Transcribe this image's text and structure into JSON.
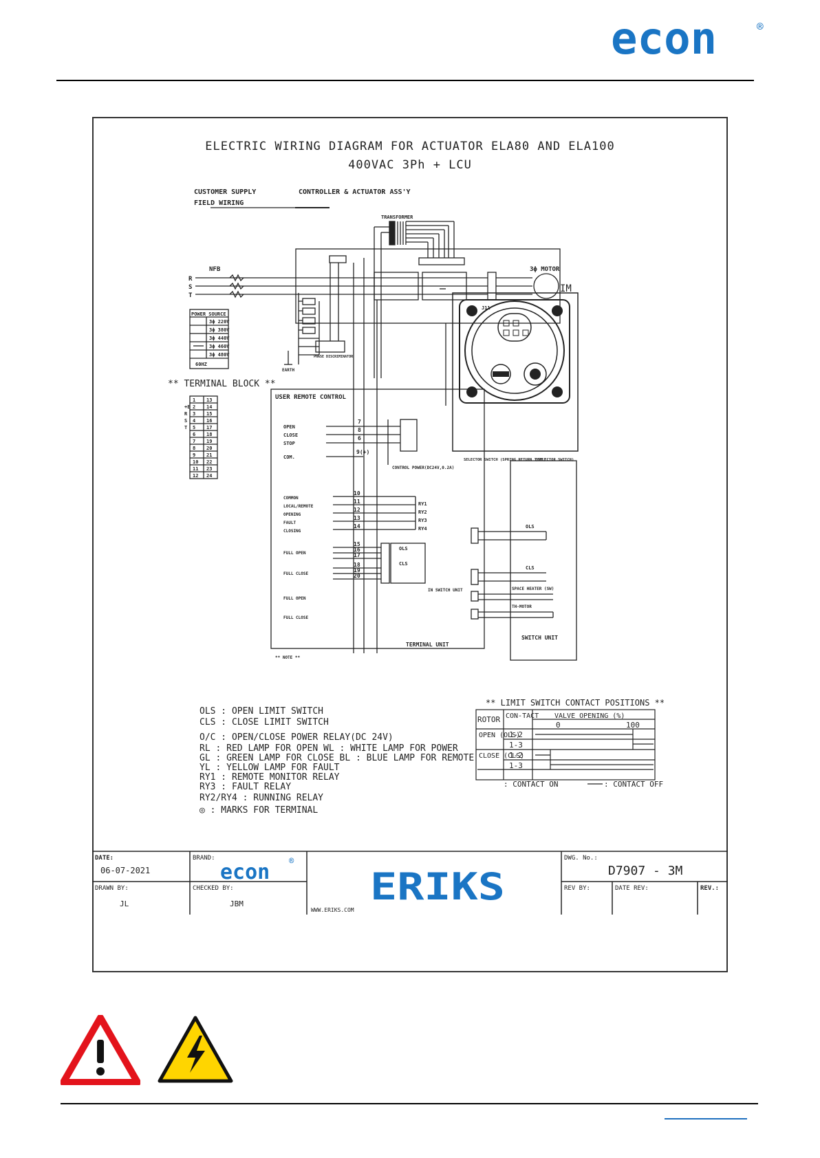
{
  "header": {
    "brand": "econ",
    "reg": "®"
  },
  "drawing": {
    "title_line1": "ELECTRIC WIRING DIAGRAM FOR ACTUATOR ELA80 AND ELA100",
    "title_line2": "400VAC 3Ph + LCU",
    "customer_supply": "CUSTOMER SUPPLY",
    "field_wiring": "FIELD WIRING",
    "controller_assy": "CONTROLLER & ACTUATOR ASS'Y",
    "transformer": "TRANSFORMER",
    "nfb": "NFB",
    "phases": [
      "R",
      "S",
      "T"
    ],
    "motor": "3ϕ MOTOR",
    "im": "IM",
    "j11": "J11",
    "power_source_title": "POWER SOURCE",
    "power_source_rows": [
      "3ϕ 220V",
      "3ϕ 380V",
      "3ϕ 440V",
      "3ϕ 460V",
      "3ϕ 480V"
    ],
    "power_source_hz": "60HZ",
    "earth": "EARTH",
    "phase_disc": "PHASE DISCRIMINATOR",
    "terminal_block_title": "** TERMINAL BLOCK **",
    "terminal_rows": [
      [
        "1",
        "13"
      ],
      [
        "2",
        "14"
      ],
      [
        "3",
        "15"
      ],
      [
        "4",
        "16"
      ],
      [
        "5",
        "17"
      ],
      [
        "6",
        "18"
      ],
      [
        "7",
        "19"
      ],
      [
        "8",
        "20"
      ],
      [
        "9",
        "21"
      ],
      [
        "10",
        "22"
      ],
      [
        "11",
        "23"
      ],
      [
        "12",
        "24"
      ]
    ],
    "terminal_side": [
      "+E",
      "R",
      "S",
      "T"
    ],
    "selector1": "SELECTOR SWITCH (SPRING RETURN TYPE)",
    "selector2": "(SELECTOR SWITCH)",
    "user_remote": "USER REMOTE CONTROL",
    "remote_labels": [
      "OPEN",
      "CLOSE",
      "STOP",
      "COM."
    ],
    "remote_terms": [
      "7",
      "8",
      "6",
      "9(+)"
    ],
    "control_power": "CONTROL POWER(DC24V,0.2A)",
    "monitor_labels": [
      "COMMON",
      "LOCAL/REMOTE",
      "OPENING",
      "FAULT",
      "CLOSING"
    ],
    "monitor_terms": [
      "10",
      "11",
      "12",
      "13",
      "14"
    ],
    "relays": [
      "RY1",
      "RY2",
      "RY3",
      "RY4"
    ],
    "full_labels": [
      "FULL OPEN",
      "FULL CLOSE",
      "FULL OPEN",
      "FULL CLOSE"
    ],
    "full_terms": [
      "15",
      "16",
      "17",
      "18",
      "19",
      "20"
    ],
    "ols": "OLS",
    "cls": "CLS",
    "in_switch_unit": "IN SWITCH UNIT",
    "space_heater": "SPACE HEATER (SW)",
    "th_motor": "TH-MOTOR",
    "terminal_unit": "TERMINAL UNIT",
    "switch_unit": "SWITCH UNIT",
    "note": "** NOTE **",
    "legend": [
      "OLS : OPEN LIMIT SWITCH",
      "CLS : CLOSE LIMIT SWITCH",
      "O/C : OPEN/CLOSE POWER RELAY(DC 24V)",
      "RL : RED LAMP FOR OPEN     WL : WHITE LAMP FOR POWER",
      "GL : GREEN LAMP FOR CLOSE BL : BLUE LAMP FOR REMOTE",
      "YL : YELLOW LAMP FOR FAULT",
      "RY1 : REMOTE MONITOR RELAY",
      "RY3 : FAULT RELAY",
      "RY2/RY4 : RUNNING RELAY",
      "◎ : MARKS FOR TERMINAL"
    ],
    "limit_title": "** LIMIT SWITCH CONTACT POSITIONS **",
    "limit_rotor": "ROTOR",
    "limit_contact": "CON-TACT",
    "limit_valve": "VALVE OPENING (%)",
    "limit_0": "0",
    "limit_100": "100",
    "limit_open": "OPEN (OLS)",
    "limit_close": "CLOSE (CLS)",
    "limit_contacts": [
      "1-2",
      "1-3",
      "1-2",
      "1-3"
    ],
    "contact_on": ": CONTACT ON",
    "contact_off": ": CONTACT OFF"
  },
  "title_block": {
    "date_label": "DATE:",
    "date": "06-07-2021",
    "brand_label": "BRAND:",
    "brand": "econ",
    "eriks": "ERIKS",
    "url": "WWW.ERIKS.COM",
    "dwg_label": "DWG. No.:",
    "dwg_no": "D7907 - 3M",
    "drawn_label": "DRAWN BY:",
    "drawn": "JL",
    "checked_label": "CHECKED BY:",
    "checked": "JBM",
    "rev_by_label": "REV BY:",
    "date_rev_label": "DATE REV:",
    "rev_label": "REV.:"
  },
  "colors": {
    "brand_blue": "#1a75c4",
    "warning_red": "#e3131b",
    "warning_yellow": "#ffd500"
  }
}
